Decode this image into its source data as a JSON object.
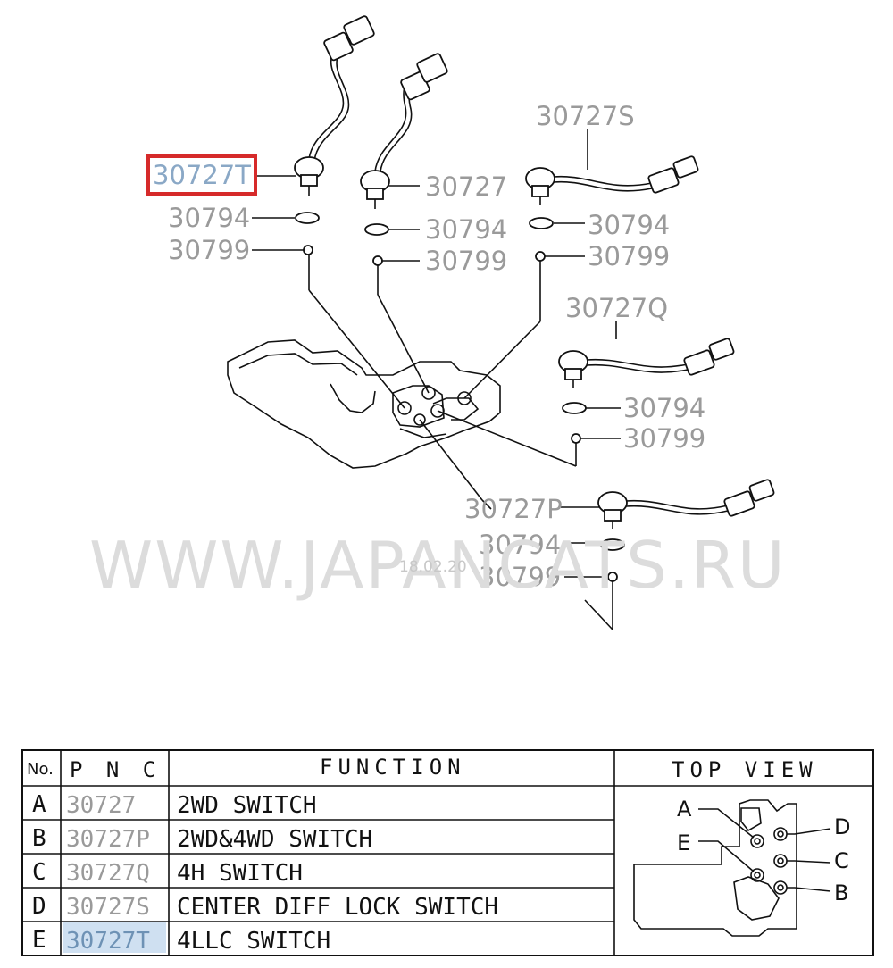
{
  "callouts": {
    "t_switch": "30727T",
    "plain_switch": "30727",
    "s_switch": "30727S",
    "q_switch": "30727Q",
    "p_switch": "30727P",
    "washer_1": "30794",
    "washer_2": "30794",
    "washer_3": "30794",
    "washer_4": "30794",
    "washer_5": "30794",
    "ball_1": "30799",
    "ball_2": "30799",
    "ball_3": "30799",
    "ball_4": "30799",
    "ball_5": "30799"
  },
  "watermark": "WWW.JAPANCATS.RU",
  "stamp": "18.02.20",
  "table": {
    "headers": {
      "no": "No.",
      "pnc": "P N C",
      "function": "FUNCTION",
      "top_view": "TOP VIEW"
    },
    "rows": [
      {
        "no": "A",
        "pnc": "30727",
        "function": "2WD SWITCH"
      },
      {
        "no": "B",
        "pnc": "30727P",
        "function": "2WD&4WD SWITCH"
      },
      {
        "no": "C",
        "pnc": "30727Q",
        "function": "4H SWITCH"
      },
      {
        "no": "D",
        "pnc": "30727S",
        "function": "CENTER DIFF LOCK SWITCH"
      },
      {
        "no": "E",
        "pnc": "30727T",
        "function": "4LLC SWITCH"
      }
    ],
    "top_view_labels": {
      "a": "A",
      "b": "B",
      "c": "C",
      "d": "D",
      "e": "E"
    }
  },
  "colors": {
    "highlight_box": "#d62a2a",
    "pnc_gray": "#9a9a9a",
    "selected_row_bg": "#cfe0f1"
  }
}
